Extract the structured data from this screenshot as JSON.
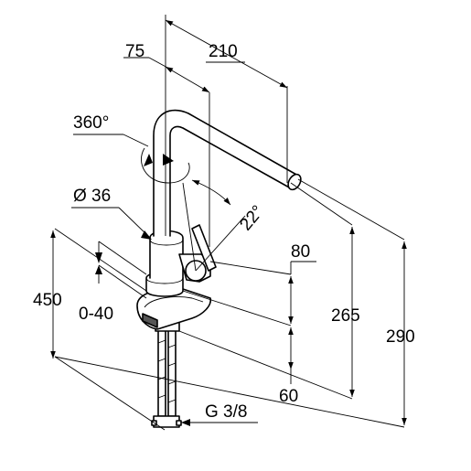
{
  "drawing": {
    "type": "technical-dimension-drawing",
    "subject": "kitchen faucet",
    "dimensions": {
      "reach": "210",
      "offset": "75",
      "rotation": "360°",
      "body_diameter": "Ø 36",
      "lever_angle": "22°",
      "deck_height": "80",
      "spout_height": "265",
      "total_height": "290",
      "hose_length": "450",
      "deck_thickness": "0-40",
      "base_depth": "60",
      "connection": "G 3/8"
    },
    "colors": {
      "line": "#000000",
      "background": "#ffffff"
    }
  }
}
